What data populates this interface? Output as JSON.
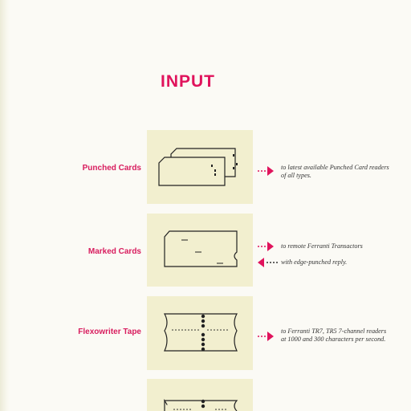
{
  "title": "INPUT",
  "colors": {
    "accent": "#e0135c",
    "panel": "#f2efcf",
    "ink": "#222222"
  },
  "rows": [
    {
      "label": "Punched Cards",
      "icon": "punched-cards-icon",
      "notes": [
        {
          "direction": "out",
          "lines": [
            "to latest available Punched Card readers",
            "of all types."
          ]
        }
      ]
    },
    {
      "label": "Marked Cards",
      "icon": "marked-card-icon",
      "notes": [
        {
          "direction": "out",
          "lines": [
            "to remote Ferranti Transactors"
          ]
        },
        {
          "direction": "in",
          "lines": [
            "with edge-punched reply."
          ]
        }
      ]
    },
    {
      "label": "Flexowriter Tape",
      "icon": "paper-tape-icon",
      "notes": [
        {
          "direction": "out",
          "lines": [
            "to Ferranti TR7, TR5 7-channel readers",
            "at 1000 and 300 characters per second."
          ]
        }
      ]
    },
    {
      "icon": "paper-tape-icon"
    }
  ]
}
